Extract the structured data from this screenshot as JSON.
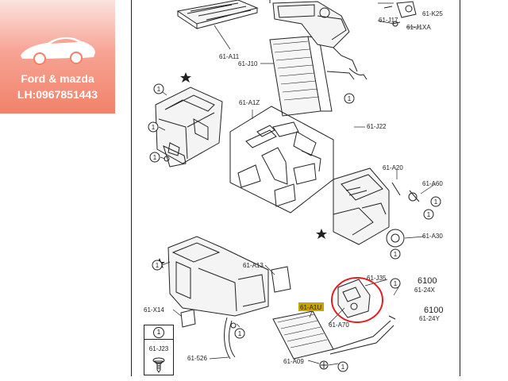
{
  "badge": {
    "line1": "Ford & mazda",
    "line2": "LH:0967851443",
    "accent": "#f1826a"
  },
  "labels": {
    "a11": "61-A11",
    "j10": "61-J10",
    "j17": "61-J17",
    "j1xa": "61-J1XA",
    "k25": "61-K25",
    "j22": "61-J22",
    "a1z": "61-A1Z",
    "a20": "61-A20",
    "a60": "61-A60",
    "a30": "61-A30",
    "a13": "61-A13",
    "j35": "61-J35",
    "a1u": "61-A1U",
    "a70": "61-A70",
    "x14": "61-X14",
    "n526": "61-526",
    "a09": "61-A09",
    "j23": "61-J23",
    "ref1_main": "6100",
    "ref1_sub": "61-24X",
    "ref2_main": "6100",
    "ref2_sub": "61-24Y",
    "callout": "1"
  },
  "highlight_color": "#e02020"
}
